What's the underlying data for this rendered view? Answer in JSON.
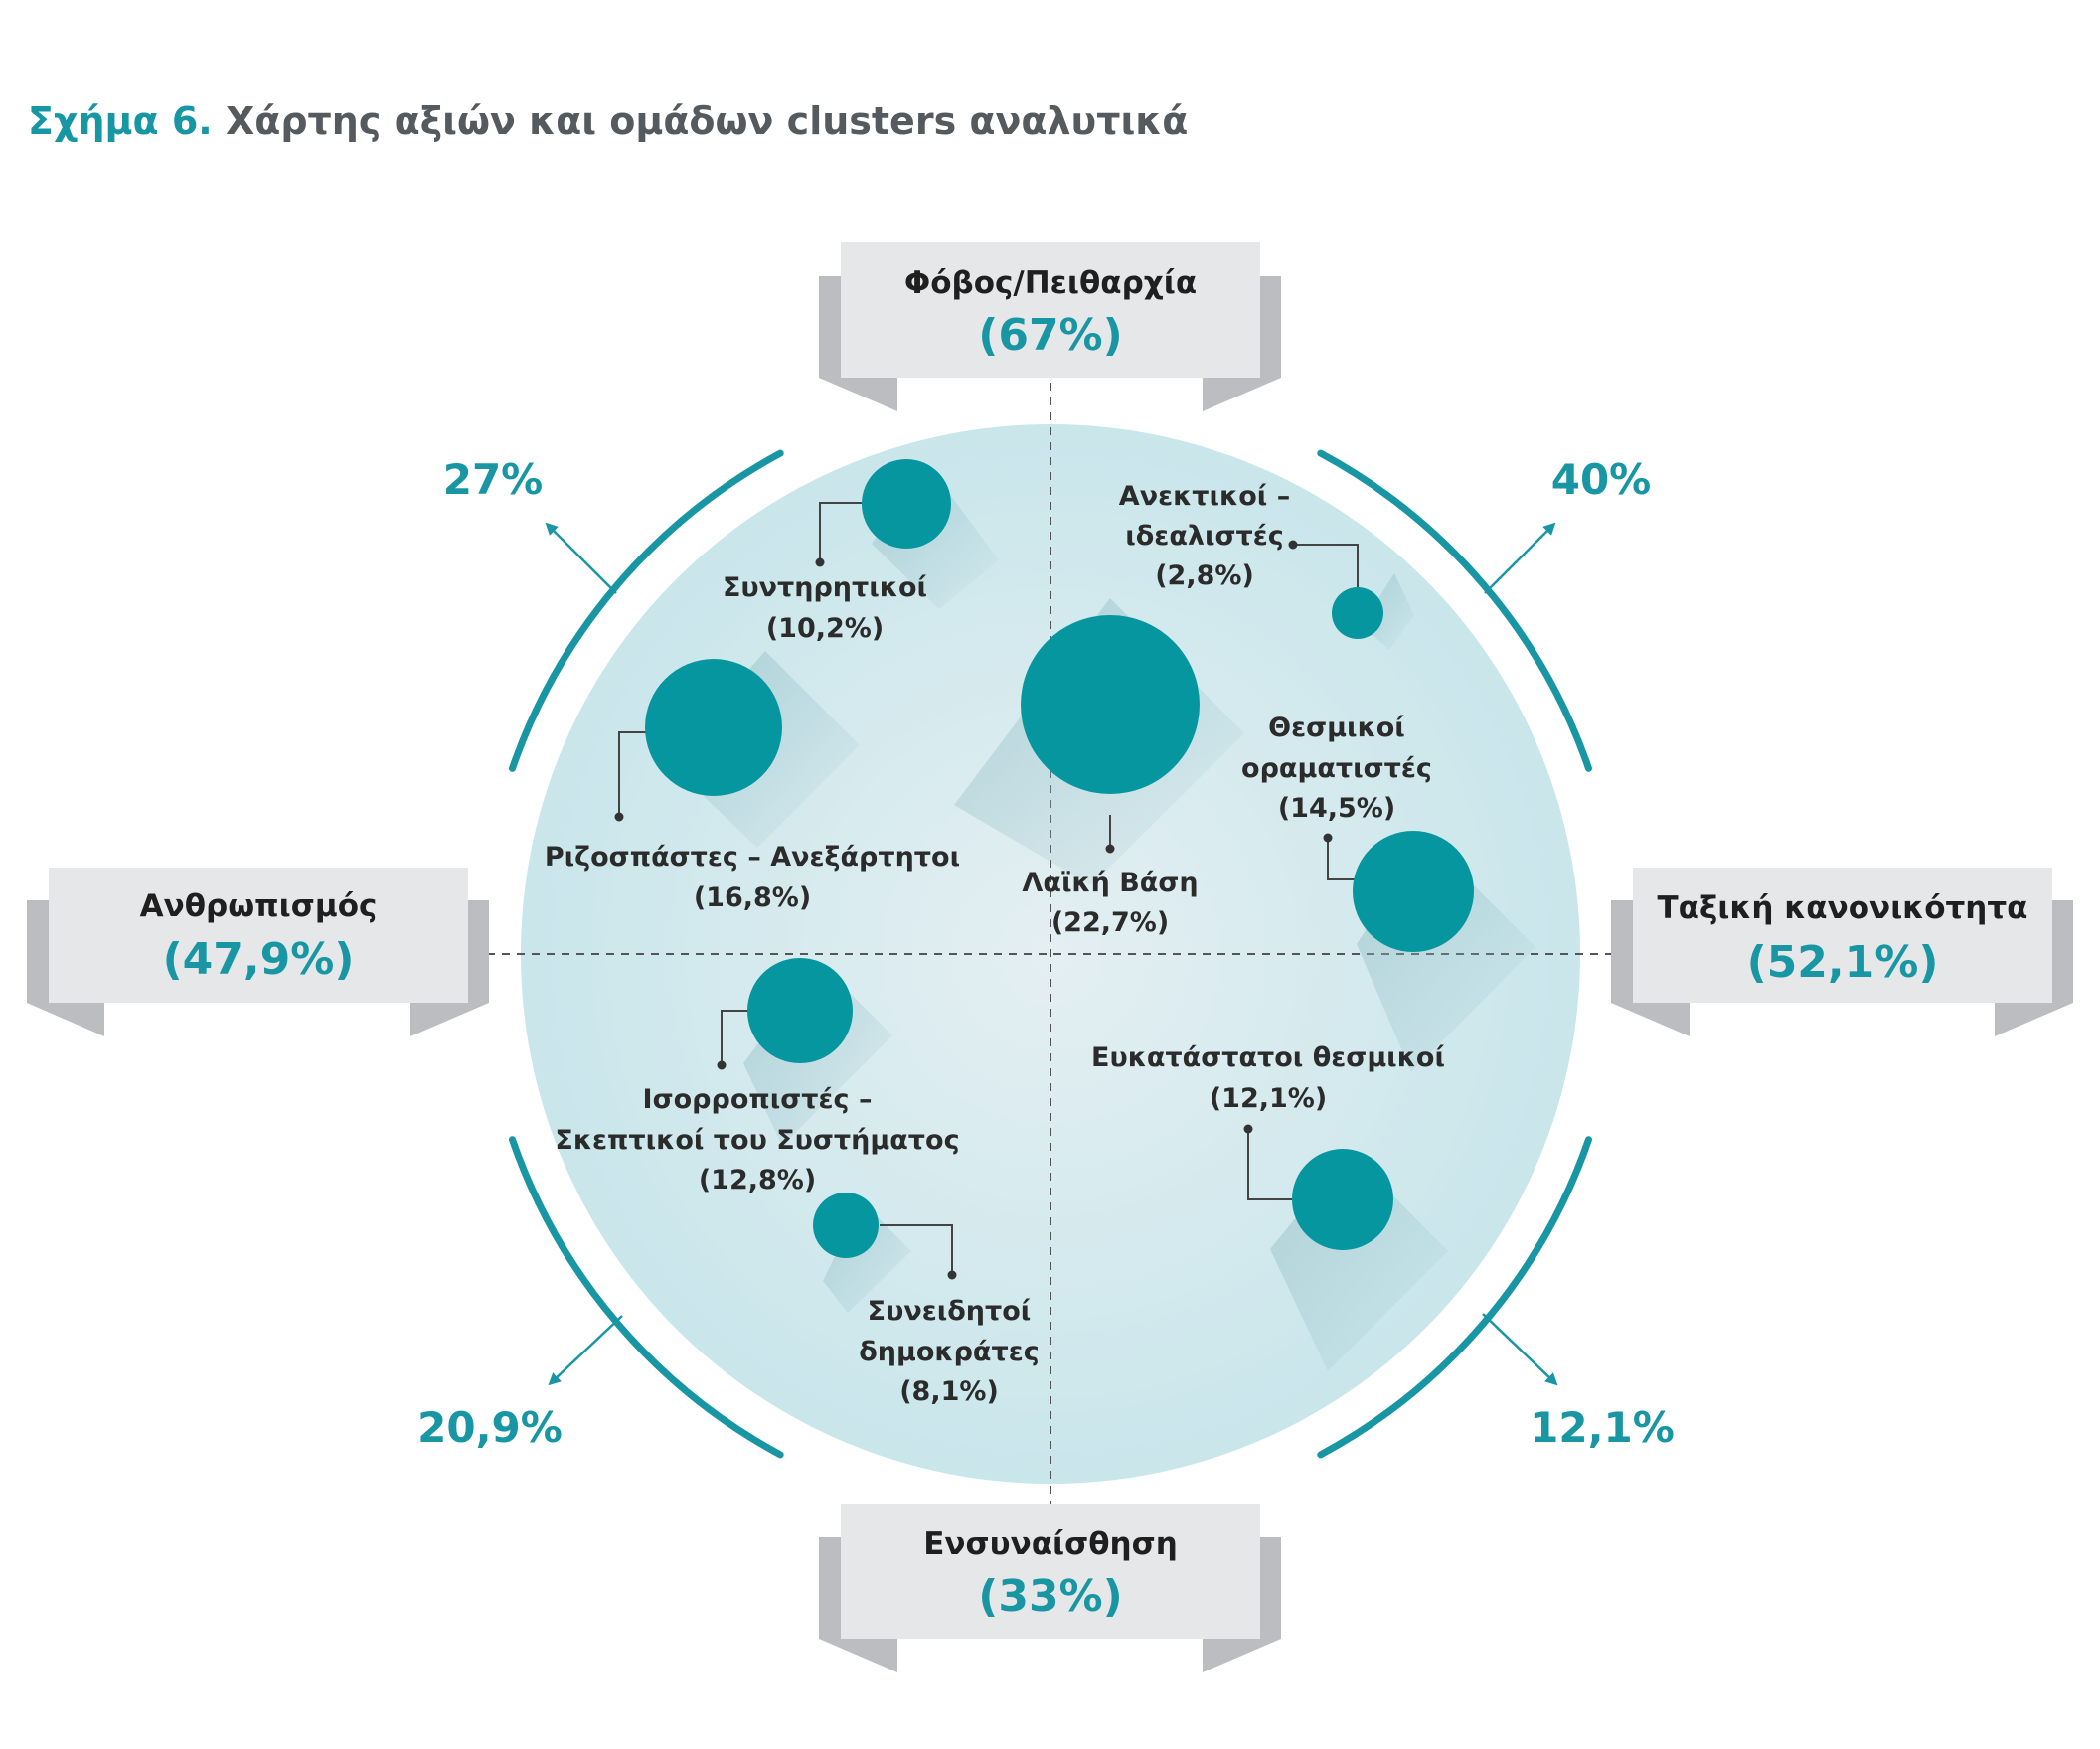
{
  "title": {
    "lead": "Σχήμα 6.",
    "rest": "Χάρτης αξιών και ομάδων clusters αναλυτικά"
  },
  "axes": {
    "top": {
      "label": "Φόβος/Πειθαρχία",
      "value": "(67%)"
    },
    "bottom": {
      "label": "Ενσυναίσθηση",
      "value": "(33%)"
    },
    "left": {
      "label": "Ανθρωπισμός",
      "value": "(47,9%)"
    },
    "right": {
      "label": "Ταξική κανονικότητα",
      "value": "(52,1%)"
    }
  },
  "quadrants": {
    "top_left": "27%",
    "top_right": "40%",
    "bottom_left": "20,9%",
    "bottom_right": "12,1%"
  },
  "clusters": {
    "syntiritikoi": {
      "name": "Συντηρητικοί",
      "share": "(10,2%)",
      "value": 10.2
    },
    "aniktikoi": {
      "name_line1": "Ανεκτικοί –",
      "name_line2": "ιδεαλιστές",
      "share": "(2,8%)",
      "value": 2.8
    },
    "rizospastes": {
      "name": "Ριζοσπάστες – Ανεξάρτητοι",
      "share": "(16,8%)",
      "value": 16.8
    },
    "laiki": {
      "name": "Λαϊκή Βάση",
      "share": "(22,7%)",
      "value": 22.7
    },
    "thesmikoi": {
      "name_line1": "Θεσμικοί",
      "name_line2": "οραματιστές",
      "share": "(14,5%)",
      "value": 14.5
    },
    "isorropistes": {
      "name_line1": "Ισορροπιστές –",
      "name_line2": "Σκεπτικοί του Συστήματος",
      "share": "(12,8%)",
      "value": 12.8
    },
    "eukatastatoi": {
      "name": "Ευκατάστατοι θεσμικοί",
      "share": "(12,1%)",
      "value": 12.1
    },
    "syneiditoi": {
      "name_line1": "Συνειδητοί",
      "name_line2": "δημοκράτες",
      "share": "(8,1%)",
      "value": 8.1
    }
  },
  "colors": {
    "accent": "#1896a4",
    "bubble": "#06969f",
    "circle_fill": "#cfe8ed",
    "box_fill": "#e6e7e8",
    "box_fold": "#bcbdc0"
  }
}
